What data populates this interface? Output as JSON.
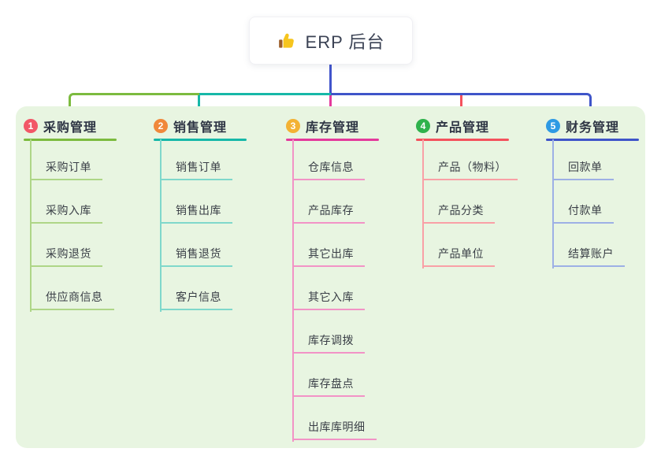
{
  "canvas": {
    "background": "#ffffff",
    "panel_bg": "#e8f5e1"
  },
  "root": {
    "label": "ERP 后台",
    "icon": "thumbs-up-icon",
    "connector_color": "#4154cb"
  },
  "branches": [
    {
      "num": "1",
      "label": "采购管理",
      "badge_color": "#f25767",
      "line_color": "#7cbb3f",
      "child_line_color": "#aed687",
      "children": [
        "采购订单",
        "采购入库",
        "采购退货",
        "供应商信息"
      ]
    },
    {
      "num": "2",
      "label": "销售管理",
      "badge_color": "#f0883b",
      "line_color": "#17b8a8",
      "child_line_color": "#7fd8cb",
      "children": [
        "销售订单",
        "销售出库",
        "销售退货",
        "客户信息"
      ]
    },
    {
      "num": "3",
      "label": "库存管理",
      "badge_color": "#f3b234",
      "line_color": "#e43a9c",
      "child_line_color": "#f293c6",
      "children": [
        "仓库信息",
        "产品库存",
        "其它出库",
        "其它入库",
        "库存调拨",
        "库存盘点",
        "出库库明细"
      ]
    },
    {
      "num": "4",
      "label": "产品管理",
      "badge_color": "#2fb24c",
      "line_color": "#f4525d",
      "child_line_color": "#f9a0a6",
      "children": [
        "产品（物料）",
        "产品分类",
        "产品单位"
      ]
    },
    {
      "num": "5",
      "label": "财务管理",
      "badge_color": "#2e9ae4",
      "line_color": "#3f55c9",
      "child_line_color": "#9db0e5",
      "children": [
        "回款单",
        "付款单",
        "结算账户"
      ]
    }
  ]
}
